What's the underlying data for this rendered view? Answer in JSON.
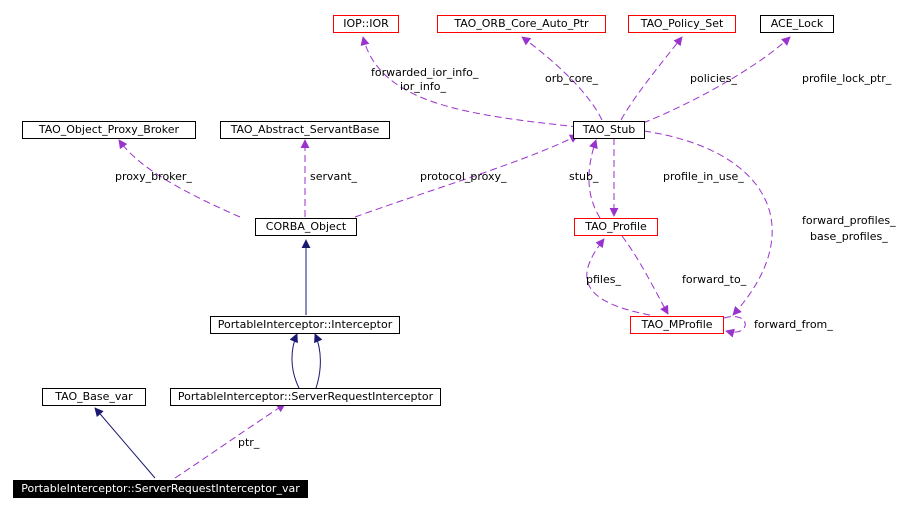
{
  "nodes": {
    "iop_ior": "IOP::IOR",
    "tao_orb_core_auto_ptr": "TAO_ORB_Core_Auto_Ptr",
    "tao_policy_set": "TAO_Policy_Set",
    "ace_lock": "ACE_Lock",
    "tao_object_proxy_broker": "TAO_Object_Proxy_Broker",
    "tao_abstract_servantbase": "TAO_Abstract_ServantBase",
    "tao_stub": "TAO_Stub",
    "corba_object": "CORBA_Object",
    "tao_profile": "TAO_Profile",
    "tao_mprofile": "TAO_MProfile",
    "pi_interceptor": "PortableInterceptor::Interceptor",
    "tao_base_var": "TAO_Base_var",
    "pi_server_request_interceptor": "PortableInterceptor::ServerRequestInterceptor",
    "pi_server_request_interceptor_var": "PortableInterceptor::ServerRequestInterceptor_var"
  },
  "edge_labels": {
    "forwarded_ior_info": "forwarded_ior_info_",
    "ior_info": "ior_info_",
    "orb_core": "orb_core_",
    "policies": "policies_",
    "profile_lock_ptr": "profile_lock_ptr_",
    "proxy_broker": "proxy_broker_",
    "servant": "servant_",
    "protocol_proxy": "protocol_proxy_",
    "stub": "stub_",
    "profile_in_use": "profile_in_use_",
    "forward_profiles": "forward_profiles_",
    "base_profiles": "base_profiles_",
    "pfiles": "pfiles_",
    "forward_to": "forward_to_",
    "forward_from": "forward_from_",
    "ptr": "ptr_"
  },
  "colors": {
    "inheritance": "#191970",
    "usage": "#9a32cd",
    "node_border": "#000000",
    "undocumented_border": "#ff0000",
    "focus_fill": "#000000"
  }
}
